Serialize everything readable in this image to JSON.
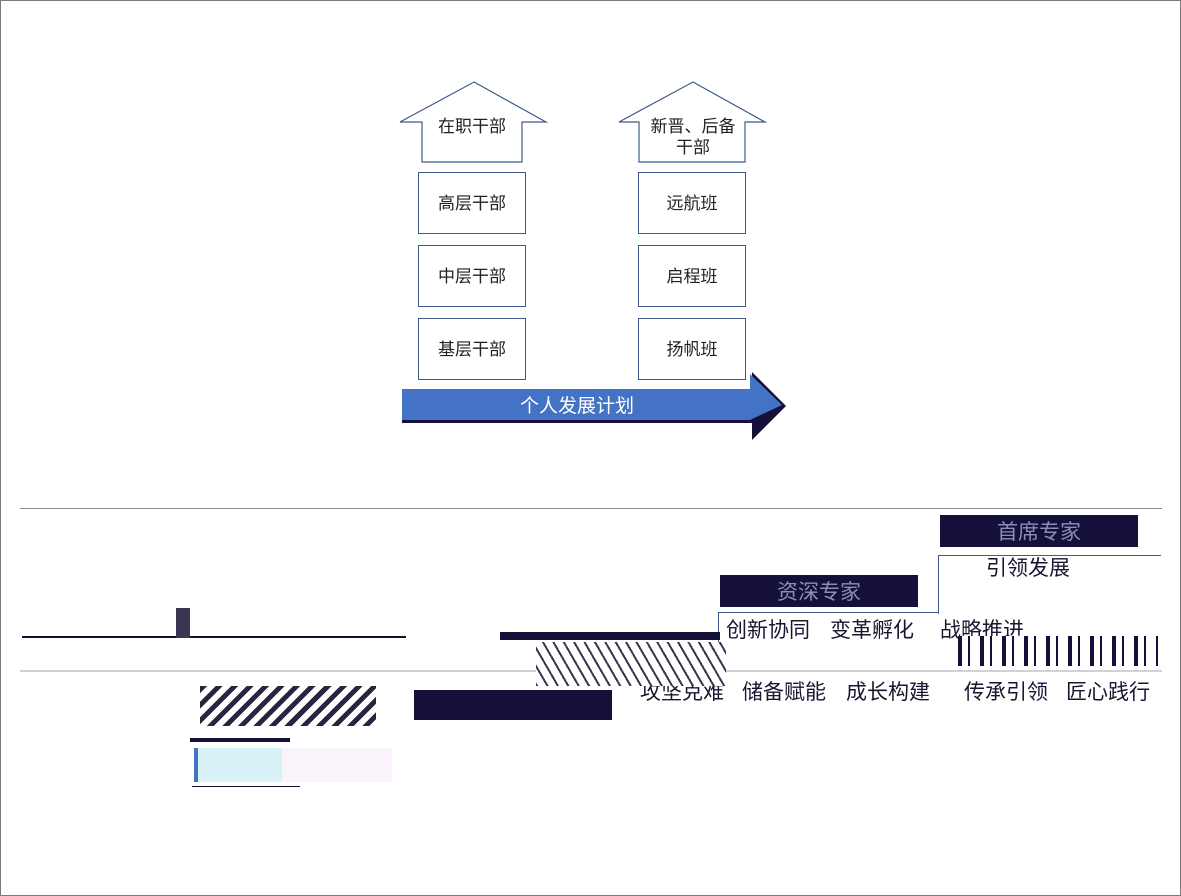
{
  "diagram": {
    "left_track": {
      "header": "在职干部",
      "levels": [
        "高层干部",
        "中层干部",
        "基层干部"
      ]
    },
    "right_track": {
      "header": "新晋、后备干部",
      "levels": [
        "远航班",
        "启程班",
        "扬帆班"
      ]
    },
    "bottom_arrow_label": "个人发展计划"
  },
  "lower_band": {
    "chief_expert": "首席专家",
    "lead_development": "引领发展",
    "senior_expert": "资深专家",
    "row1_fragments": [
      "创新协同",
      "变革孵化",
      "战略推进"
    ],
    "row2_fragments": [
      "攻坚克难",
      "储备赋能",
      "成长构建",
      "传承引领",
      "匠心践行"
    ]
  },
  "colors": {
    "box_border": "#3f5a8a",
    "arrow_fill": "#4472c4",
    "dark_block": "#14103a"
  }
}
